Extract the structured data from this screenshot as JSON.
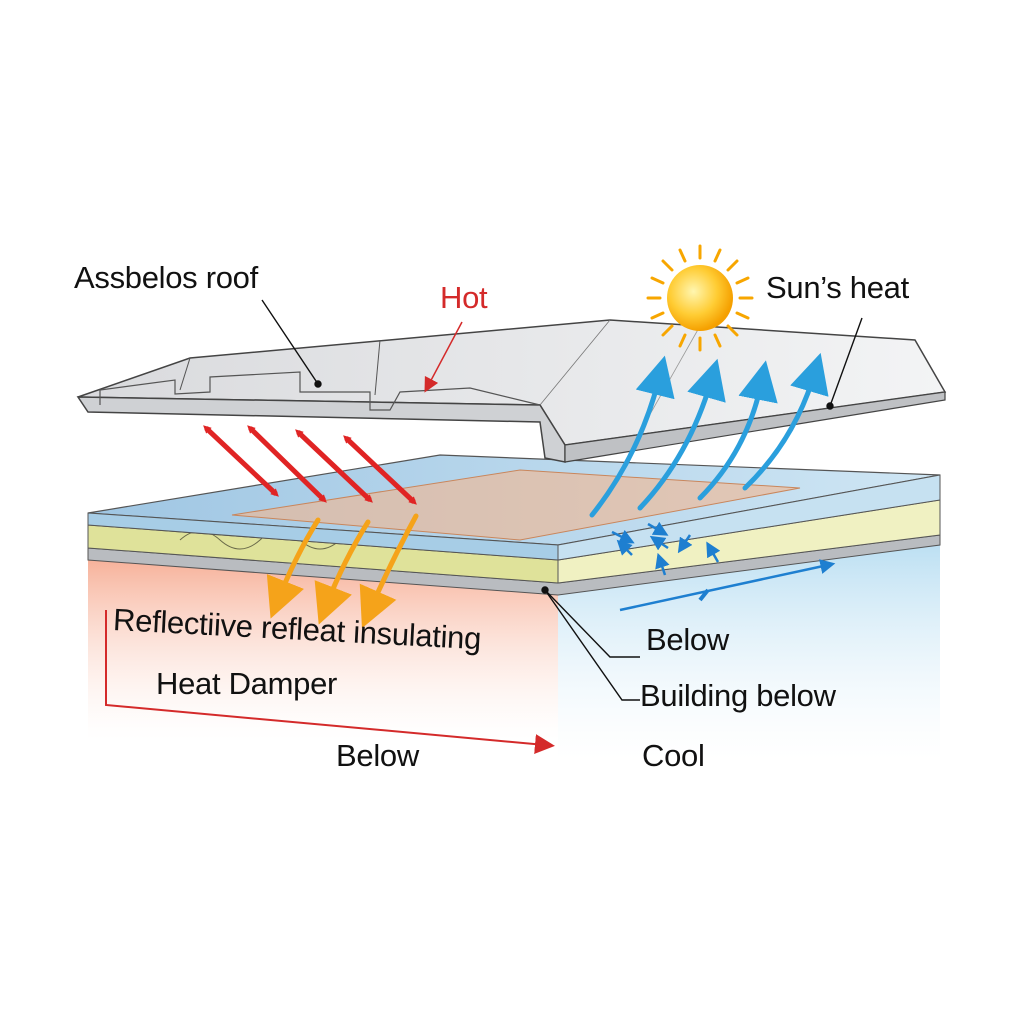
{
  "labels": {
    "roof": "Assbelos roof",
    "hot": "Hot",
    "sun_heat": "Sun’s heat",
    "damper_line1": "Reflectiive refleat insulating",
    "damper_line2": "Heat Damper",
    "below_left": "Below",
    "below_right": "Below",
    "building_below": "Building below",
    "cool": "Cool"
  },
  "colors": {
    "hot_arrow": "#e02424",
    "transmitted_arrow": "#f5a31a",
    "cool_arrow": "#2a9fdd",
    "small_arrow": "#1e7fd0",
    "roof_fill": "#e6e7e9",
    "foil_top": "#a9cfe8",
    "insulation": "#dfe29a",
    "warm_zone": "#f7b7a0",
    "cool_zone": "#cfe8f5",
    "hot_label": "#d42a2a"
  },
  "icons": [
    "sun-icon"
  ]
}
